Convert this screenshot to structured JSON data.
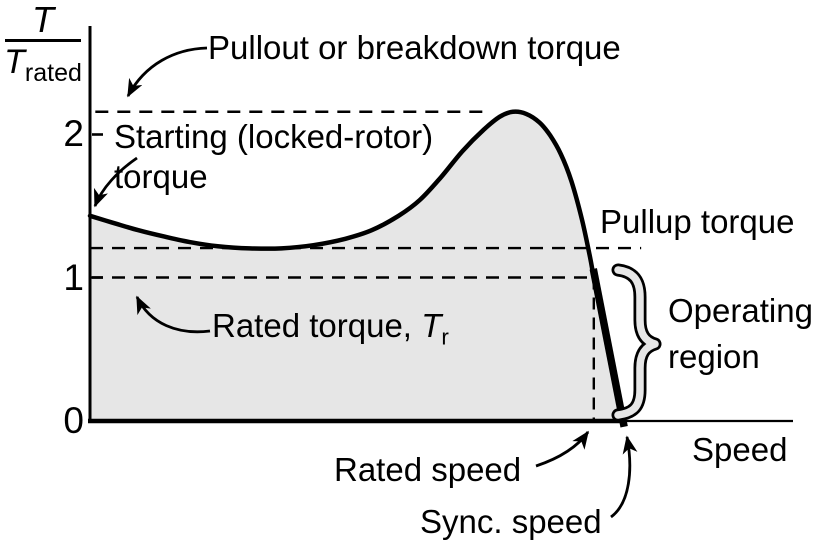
{
  "figure": {
    "background": "#ffffff",
    "y_axis": {
      "numerator": "T",
      "denominator_base": "T",
      "denominator_sub": "rated"
    },
    "x_axis_label": "Speed"
  },
  "annotations": {
    "pullout": "Pullout or breakdown torque",
    "starting_line1": "Starting (locked-rotor)",
    "starting_line2": "torque",
    "pullup": "Pullup torque",
    "rated_torque_prefix": "Rated torque,",
    "rated_torque_symbol": "T",
    "rated_torque_sub": "r",
    "operating_line1": "Operating",
    "operating_line2": "region",
    "rated_speed": "Rated speed",
    "sync_speed": "Sync. speed"
  },
  "chart_data": {
    "type": "line",
    "title": "",
    "xlabel": "Speed",
    "ylabel": "T / T_rated",
    "ylim": [
      0,
      2.4
    ],
    "xlim": [
      0,
      1.05
    ],
    "grid": false,
    "x_units": "fraction of synchronous speed",
    "yticks": [
      {
        "t": 2,
        "label": "2"
      },
      {
        "t": 1,
        "label": "1"
      },
      {
        "t": 0,
        "label": "0"
      }
    ],
    "key_values": {
      "starting_locked_rotor_torque": 1.43,
      "pullup_torque": 1.2,
      "pullout_breakdown_torque": 2.15,
      "rated_torque": 1.0,
      "rated_speed_fraction": 0.947,
      "sync_speed_fraction": 1.0
    },
    "curve_points": [
      [
        0.0,
        1.43
      ],
      [
        0.04,
        1.385
      ],
      [
        0.09,
        1.33
      ],
      [
        0.14,
        1.285
      ],
      [
        0.19,
        1.245
      ],
      [
        0.24,
        1.218
      ],
      [
        0.3,
        1.203
      ],
      [
        0.36,
        1.203
      ],
      [
        0.42,
        1.225
      ],
      [
        0.48,
        1.27
      ],
      [
        0.53,
        1.33
      ],
      [
        0.58,
        1.43
      ],
      [
        0.62,
        1.54
      ],
      [
        0.66,
        1.7
      ],
      [
        0.7,
        1.88
      ],
      [
        0.74,
        2.03
      ],
      [
        0.77,
        2.12
      ],
      [
        0.795,
        2.155
      ],
      [
        0.82,
        2.14
      ],
      [
        0.845,
        2.08
      ],
      [
        0.865,
        1.99
      ],
      [
        0.885,
        1.86
      ],
      [
        0.905,
        1.67
      ],
      [
        0.925,
        1.4
      ],
      [
        0.94,
        1.14
      ],
      [
        0.947,
        1.0
      ],
      [
        0.962,
        0.73
      ],
      [
        0.98,
        0.38
      ],
      [
        1.0,
        0.0
      ]
    ],
    "guides": [
      {
        "orient": "h",
        "t": 2.155,
        "s0": 0.01,
        "s1": 0.745,
        "meaning": "pullout/breakdown torque level"
      },
      {
        "orient": "h",
        "t": 1.205,
        "s0": 0.0,
        "s1": 1.036,
        "meaning": "pullup torque level"
      },
      {
        "orient": "h",
        "t": 1.0,
        "s0": 0.0,
        "s1": 0.947,
        "meaning": "rated torque level"
      },
      {
        "orient": "v",
        "s": 0.947,
        "t0": 1.0,
        "t1": 0.0,
        "meaning": "rated speed"
      }
    ],
    "operating_region_segment": {
      "from": [
        0.946,
        1.06
      ],
      "to": [
        1.004,
        -0.04
      ]
    },
    "colors": {
      "line": "#000000",
      "area_fill": "#e6e6e6",
      "text": "#000000"
    },
    "legend": null
  }
}
